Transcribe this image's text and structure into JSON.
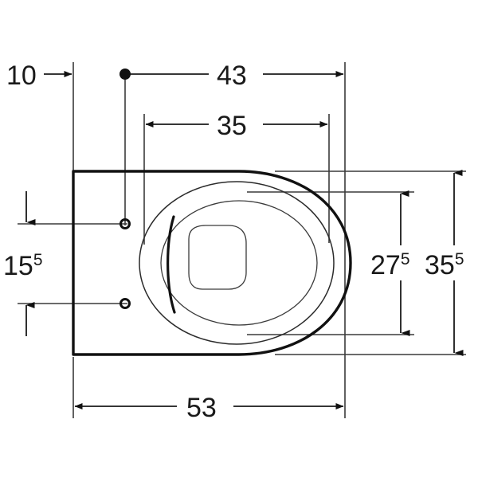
{
  "drawing": {
    "title": "Wall-hung WC pan plan view dimension drawing",
    "units_note": "",
    "background_color": "#ffffff",
    "line_color": "#111111",
    "text_color": "#1a1a1a"
  },
  "dimensions": {
    "wall_offset": {
      "label": "10",
      "superscript": "",
      "name": "dimension-10"
    },
    "fixing_to_front": {
      "label": "43",
      "superscript": "",
      "name": "dimension-43"
    },
    "bowl_width_inner": {
      "label": "35",
      "superscript": "",
      "name": "dimension-35"
    },
    "fixing_spacing": {
      "label": "15",
      "superscript": "5",
      "name": "dimension-15-5"
    },
    "seat_depth": {
      "label": "27",
      "superscript": "5",
      "name": "dimension-27-5"
    },
    "overall_depth": {
      "label": "35",
      "superscript": "5",
      "name": "dimension-35-5"
    },
    "overall_length": {
      "label": "53",
      "superscript": "",
      "name": "dimension-53"
    }
  },
  "features": {
    "fixing_hole_upper": "fixing-hole-upper",
    "fixing_hole_lower": "fixing-hole-lower",
    "origin_marker": "origin-dot",
    "pan_body": "wc-pan-body-outline",
    "seat_outer": "seat-outer-oval",
    "seat_ring": "seat-inner-ring",
    "bowl_opening": "bowl-opening"
  }
}
